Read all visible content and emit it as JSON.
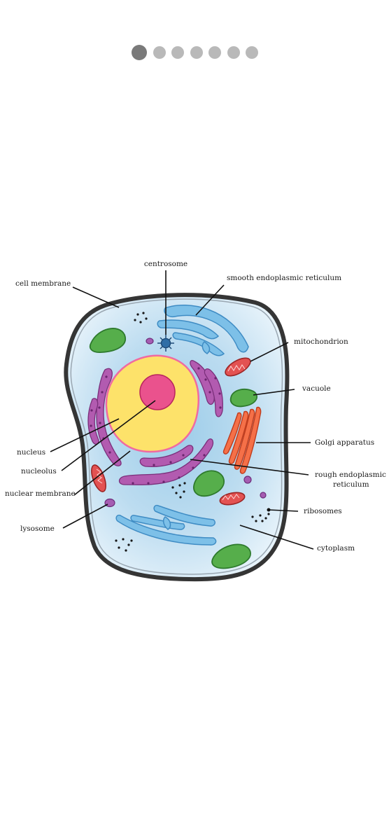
{
  "pager": {
    "total": 7,
    "active_index": 0
  },
  "labels": {
    "centrosome": "centrosome",
    "cell_membrane": "cell membrane",
    "smooth_er": "smooth endoplasmic reticulum",
    "mitochondrion": "mitochondrion",
    "vacuole": "vacuole",
    "golgi": "Golgi apparatus",
    "rough_er_1": "rough endoplasmic",
    "rough_er_2": "reticulum",
    "ribosomes": "ribosomes",
    "cytoplasm": "cytoplasm",
    "nucleus": "nucleus",
    "nucleolus": "nucleolus",
    "nuclear_membrane": "nuclear membrane",
    "lysosome": "lysosome"
  },
  "colors": {
    "membrane": "#3a3a3a",
    "cytoplasm": "#cfe7f5",
    "nucleus_fill": "#fde06a",
    "nuclear_membrane": "#f0649c",
    "nucleolus": "#e8508a",
    "er_rough": "#b25bb0",
    "er_smooth": "#78bde6",
    "mitochondrion": "#e04b4b",
    "vacuole": "#55ad48",
    "golgi": "#f06a45",
    "lysosome": "#a25ab0",
    "centrosome": "#2f6ea6"
  }
}
